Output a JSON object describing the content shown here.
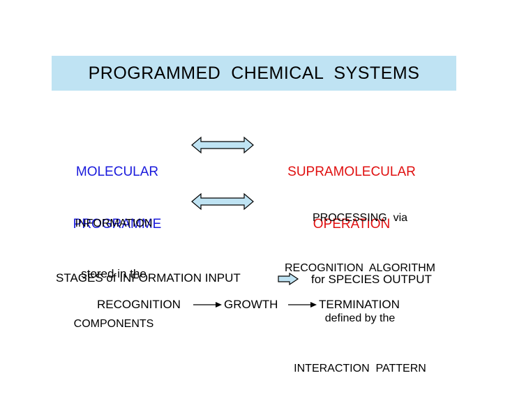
{
  "title": "PROGRAMMED  CHEMICAL  SYSTEMS",
  "left_top": [
    "MOLECULAR",
    "PROGRAMME"
  ],
  "right_top": [
    "SUPRAMOLECULAR",
    "OPERATION"
  ],
  "left_mid": [
    "INFORMATION",
    "stored in the",
    "COMPONENTS"
  ],
  "right_mid": [
    "PROCESSING  via",
    "RECOGNITION  ALGORITHM",
    "defined by the",
    "INTERACTION  PATTERN"
  ],
  "stages_text": "STAGES of INFORMATION INPUT",
  "species_text": "for SPECIES OUTPUT",
  "sequence": [
    "RECOGNITION",
    "GROWTH",
    "TERMINATION"
  ],
  "colors": {
    "title_bg": "#bfe3f3",
    "arrow_fill": "#bfe3f3",
    "molecular": "#1a1adc",
    "supramolecular": "#e01010"
  },
  "icons": {
    "double_arrow": "double-headed-arrow",
    "right_arrow": "block-right-arrow",
    "line_arrow": "line-right-arrow"
  }
}
